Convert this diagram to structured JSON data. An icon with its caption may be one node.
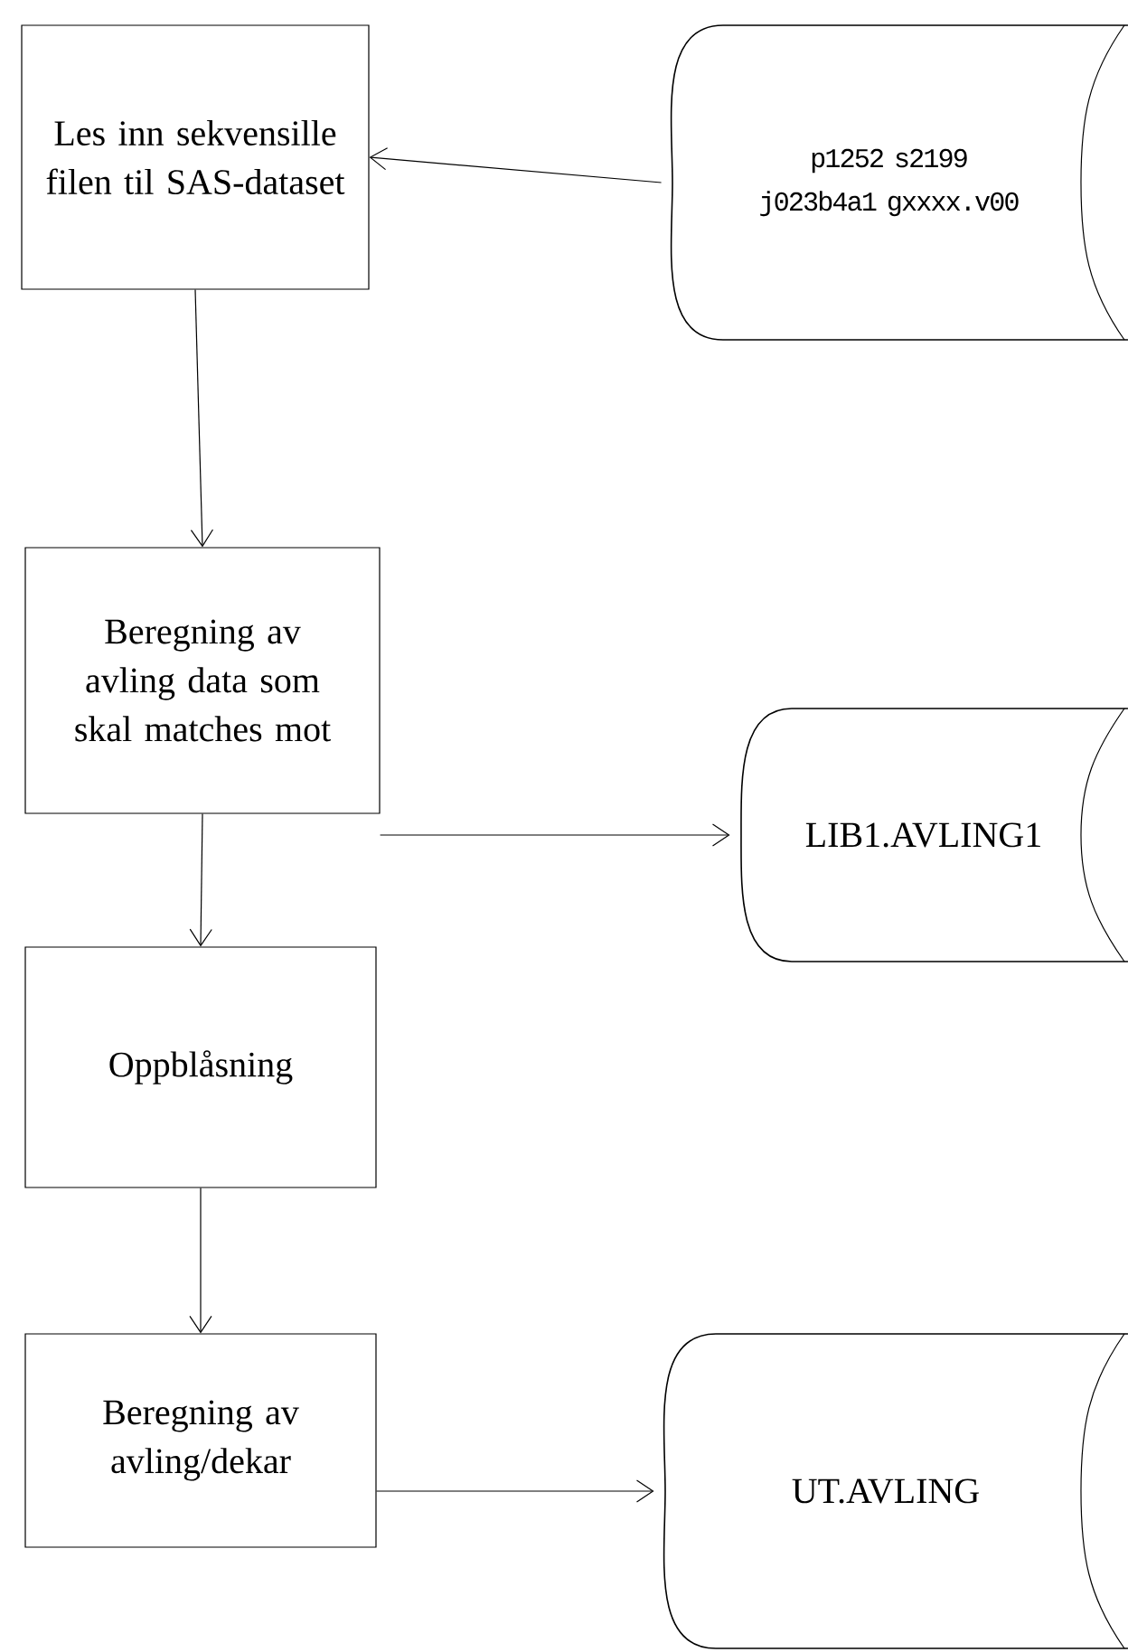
{
  "diagram": {
    "nodes": [
      {
        "text": [
          "Les inn sekvensille filen til SAS-dataset"
        ]
      },
      {
        "text": [
          "p1252 s2199 j023b4a1 gxxxx.v00"
        ]
      },
      {
        "text": [
          "Beregning av avling data som skal matches mot"
        ]
      },
      {
        "text": [
          "LIB1.AVLING1"
        ]
      },
      {
        "text": [
          "Oppblåsning"
        ]
      },
      {
        "text": [
          "Beregning av avling/dekar"
        ]
      },
      {
        "text": [
          "UT.AVLING"
        ]
      }
    ],
    "edges": [
      {
        "from": 1,
        "to": 0,
        "arrow": "to"
      },
      {
        "from": 0,
        "to": 2,
        "arrow": "to"
      },
      {
        "from": 2,
        "to": 3,
        "arrow": "to"
      },
      {
        "from": 2,
        "to": 4,
        "arrow": "to"
      },
      {
        "from": 4,
        "to": 5,
        "arrow": "to"
      },
      {
        "from": 5,
        "to": 6,
        "arrow": "to"
      }
    ]
  }
}
